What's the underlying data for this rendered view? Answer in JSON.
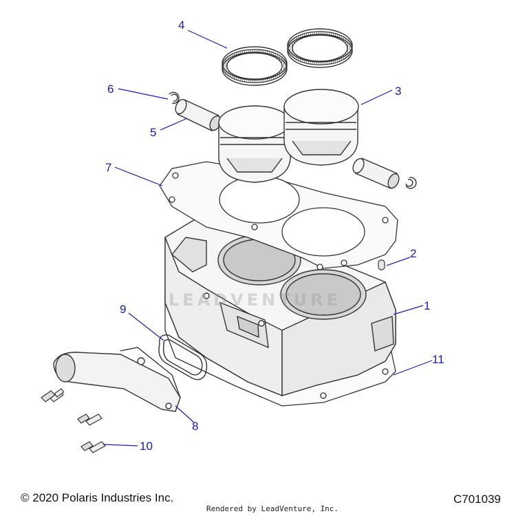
{
  "diagram": {
    "callouts": [
      {
        "id": "c4",
        "label": "4"
      },
      {
        "id": "c6",
        "label": "6"
      },
      {
        "id": "c3",
        "label": "3"
      },
      {
        "id": "c5",
        "label": "5"
      },
      {
        "id": "c7",
        "label": "7"
      },
      {
        "id": "c2",
        "label": "2"
      },
      {
        "id": "c1",
        "label": "1"
      },
      {
        "id": "c9",
        "label": "9"
      },
      {
        "id": "c11",
        "label": "11"
      },
      {
        "id": "c8",
        "label": "8"
      },
      {
        "id": "c10",
        "label": "10"
      }
    ],
    "watermark": "LEADVENTURE",
    "copyright": "© 2020 Polaris Industries Inc.",
    "rendered_by": "Rendered by LeadVenture, Inc.",
    "drawing_id": "C701039",
    "colors": {
      "callout_text": "#1a1ab4",
      "leader_line": "#1a1ab4",
      "part_outline": "#333333"
    }
  }
}
